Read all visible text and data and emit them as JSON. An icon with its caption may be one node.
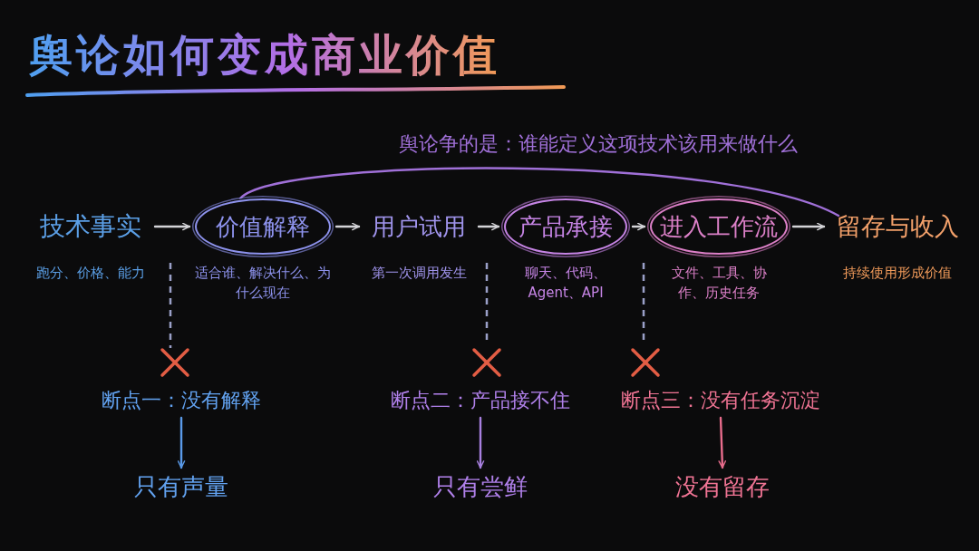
{
  "diagram": {
    "title": "舆论如何变成商业价值",
    "nodes": [
      {
        "text": [
          "技术事实"
        ],
        "beside": [
          "跑分、价格、能力"
        ]
      },
      {
        "text": [
          "价值解释"
        ],
        "beside": [
          "适合谁、解决什么、为什么现在"
        ]
      },
      {
        "text": [
          "用户试用"
        ],
        "beside": [
          "第一次调用发生"
        ]
      },
      {
        "text": [
          "产品承接"
        ],
        "beside": [
          "聊天、代码、Agent、API"
        ]
      },
      {
        "text": [
          "进入工作流"
        ],
        "beside": [
          "文件、工具、协作、历史任务"
        ]
      },
      {
        "text": [
          "留存与收入"
        ],
        "beside": [
          "持续使用形成价值"
        ]
      },
      {
        "text": [
          "断点一：没有解释"
        ]
      },
      {
        "text": [
          "只有声量"
        ]
      },
      {
        "text": [
          "断点二：产品接不住"
        ]
      },
      {
        "text": [
          "只有尝鲜"
        ]
      },
      {
        "text": [
          "断点三：没有任务沉淀"
        ]
      },
      {
        "text": [
          "没有留存"
        ]
      }
    ],
    "edges": [
      {
        "from": 0,
        "to": 1,
        "arrow": "to"
      },
      {
        "from": 1,
        "to": 2,
        "arrow": "to"
      },
      {
        "from": 2,
        "to": 3,
        "arrow": "to"
      },
      {
        "from": 3,
        "to": 4,
        "arrow": "to"
      },
      {
        "from": 4,
        "to": 5,
        "arrow": "to"
      },
      {
        "from": 1,
        "to": 5,
        "arrow": "none",
        "label": "舆论争的是：谁能定义这项技术该用来做什么",
        "color": "#a070d8"
      },
      {
        "from": 6,
        "to": 7,
        "arrow": "to",
        "color": "#5a9ae8"
      },
      {
        "from": 8,
        "to": 9,
        "arrow": "to",
        "color": "#a880e0"
      },
      {
        "from": 10,
        "to": 11,
        "arrow": "to",
        "color": "#e86c8c"
      }
    ]
  }
}
